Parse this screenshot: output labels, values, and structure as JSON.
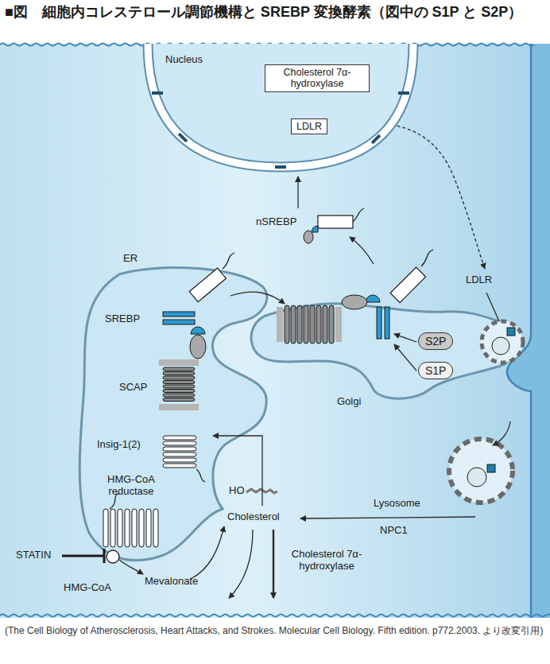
{
  "diagram": {
    "title": "■図　細胞内コレステロール調節機構と SREBP 変換酵素（図中の S1P と S2P）",
    "caption": "(The Cell Biology of Atherosclerosis, Heart Attacks, and Strokes. Molecular Cell Biology. Fifth edition. p772.2003. より改変引用)",
    "nodes": [
      {
        "text": [
          "Nucleus"
        ]
      },
      {
        "text": [
          "Cholesterol 7α-hydroxylase"
        ],
        "in": 0
      },
      {
        "text": [
          "LDLR"
        ],
        "in": 0
      },
      {
        "text": [
          "S2P"
        ]
      },
      {
        "text": [
          "S1P"
        ]
      }
    ],
    "labels": [
      "nSREBP",
      "ER",
      "SREBP",
      "SCAP",
      "Insig-1(2)",
      "HMG-CoA reductase",
      "STATIN",
      "HMG-CoA",
      "Mevalonate",
      "HO",
      "Cholesterol",
      "Cholesterol 7α-hydroxylase",
      "Lysosome",
      "NPC1",
      "Golgi",
      "LDLR"
    ]
  }
}
